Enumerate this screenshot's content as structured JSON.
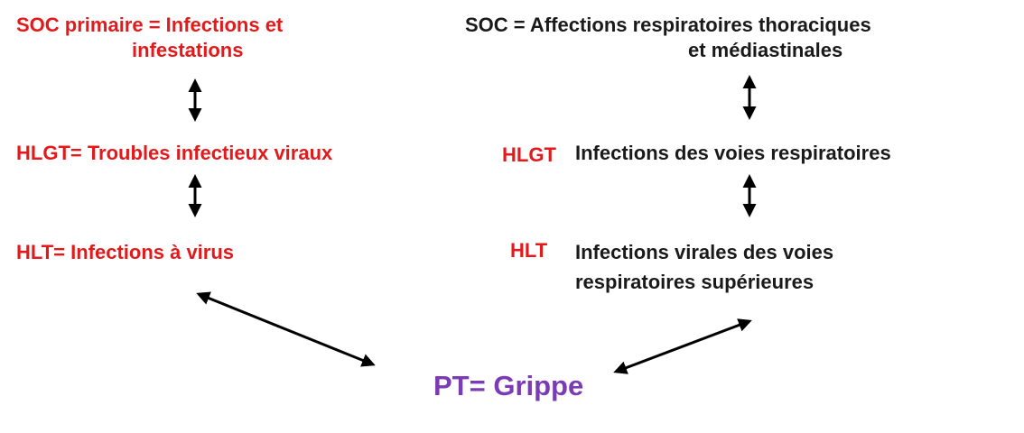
{
  "left_column": {
    "soc_line1": "SOC primaire = Infections et",
    "soc_line2": "infestations",
    "hlgt": "HLGT= Troubles infectieux viraux",
    "hlt": "HLT= Infections  à virus"
  },
  "right_column": {
    "soc_line1": "SOC = Affections respiratoires thoraciques",
    "soc_line2": "et médiastinales",
    "hlgt_label": "HLGT",
    "hlgt_text": "Infections des voies respiratoires",
    "hlt_label": "HLT",
    "hlt_line1": "Infections virales des voies",
    "hlt_line2": "respiratoires supérieures"
  },
  "center": {
    "pt": "PT= Grippe"
  },
  "colors": {
    "left_text": "#e31a1c",
    "right_labels": "#e31a1c",
    "right_text": "#1a1a1a",
    "pt_text": "#7b3bb5",
    "arrows": "#000000"
  }
}
